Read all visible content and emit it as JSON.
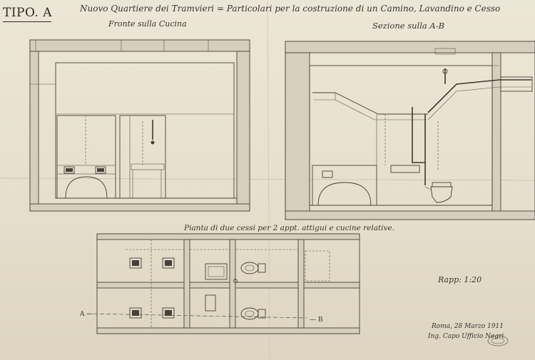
{
  "header": {
    "type_label": "TIPO. A",
    "title": "Nuovo Quartiere dei Tramvieri = Particolari per la costruzione di un Camino, Lavandino e Cesso"
  },
  "views": {
    "front_label": "Fronte sulla Cucina",
    "section_label": "Sezione sulla A-B",
    "plan_label": "Pianta di due cessi per 2 appt. attigui e cucine relative."
  },
  "plan_markers": {
    "a": "A —",
    "b": "— B"
  },
  "scale_label": "Rapp: 1:20",
  "signature": {
    "date": "Roma, 28 Marzo 1911",
    "signer": "Ing. Capo Ufficio Negri"
  },
  "colors": {
    "paper": "#e9e3d3",
    "ink": "#474038"
  }
}
